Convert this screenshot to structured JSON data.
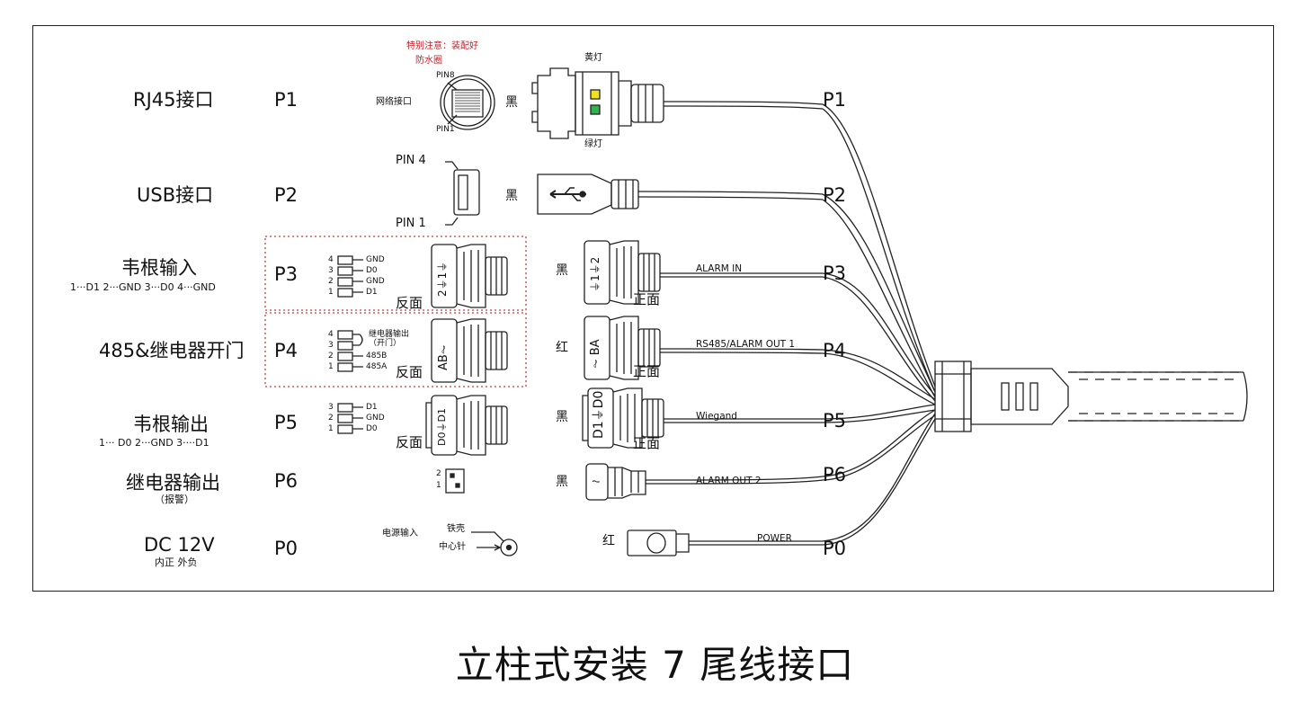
{
  "caption": "立柱式安装 7 尾线接口",
  "ports": [
    {
      "name": "RJ45接口",
      "code": "P1",
      "sub": ""
    },
    {
      "name": "USB接口",
      "code": "P2",
      "sub": ""
    },
    {
      "name": "韦根输入",
      "code": "P3",
      "sub": "1···D1   2···GND   3···D0   4···GND"
    },
    {
      "name": "485&继电器开门",
      "code": "P4",
      "sub": ""
    },
    {
      "name": "韦根输出",
      "code": "P5",
      "sub": "1··· D0   2···GND   3····D1"
    },
    {
      "name": "继电器输出",
      "code": "P6",
      "sub": "（报警）"
    },
    {
      "name": "DC 12V",
      "code": "P0",
      "sub": "内正 外负"
    }
  ],
  "rj45": {
    "note_line1": "特别注意：装配好",
    "note_line2": "防水圈",
    "pin8": "PIN8",
    "pin1": "PIN1",
    "label": "网络接口",
    "color": "黑",
    "yellow_led": "黄灯",
    "green_led": "绿灯"
  },
  "usb": {
    "pin4": "PIN 4",
    "pin1": "PIN 1",
    "color": "黑"
  },
  "p3_pins": {
    "n4": "4",
    "n3": "3",
    "n2": "2",
    "n1": "1",
    "l4": "GND",
    "l3": "D0",
    "l2": "GND",
    "l1": "D1"
  },
  "p4_pins": {
    "n4": "4",
    "n3": "3",
    "n2": "2",
    "n1": "1",
    "l4": "继电器输出",
    "l3": "（开门）",
    "l2": "485B",
    "l1": "485A"
  },
  "p5_pins": {
    "n3": "3",
    "n2": "2",
    "n1": "1",
    "l3": "D1",
    "l2": "GND",
    "l1": "D0"
  },
  "p6_pins": {
    "n2": "2",
    "n1": "1"
  },
  "connector_text": {
    "p3": "2⏚1⏚",
    "p3_right": "⏚1⏚2",
    "p4": "AB⏦",
    "p4_right": "⏦ BA",
    "p5": "D0⏚D1",
    "p5_right": "D1⏚D0",
    "p6_right": "⏦"
  },
  "face_back": "反面",
  "face_front": "正面",
  "power": {
    "label": "电源输入",
    "shell": "铁壳",
    "center": "中心针"
  },
  "wire_colors": {
    "p3": "黑",
    "p4": "红",
    "p5": "黑",
    "p6": "黑",
    "p0": "红"
  },
  "wire_labels": {
    "p3": "ALARM IN",
    "p4": "RS485/ALARM OUT 1",
    "p5": "Wiegand",
    "p6": "ALARM OUT 2",
    "p0": "POWER"
  },
  "right_codes": [
    "P1",
    "P2",
    "P3",
    "P4",
    "P5",
    "P6",
    "P0"
  ],
  "colors": {
    "stroke": "#222222",
    "dashed": "#d23a3a",
    "note": "#c8202a",
    "led_yellow": "#f2e21b",
    "led_green": "#2fb34a"
  }
}
